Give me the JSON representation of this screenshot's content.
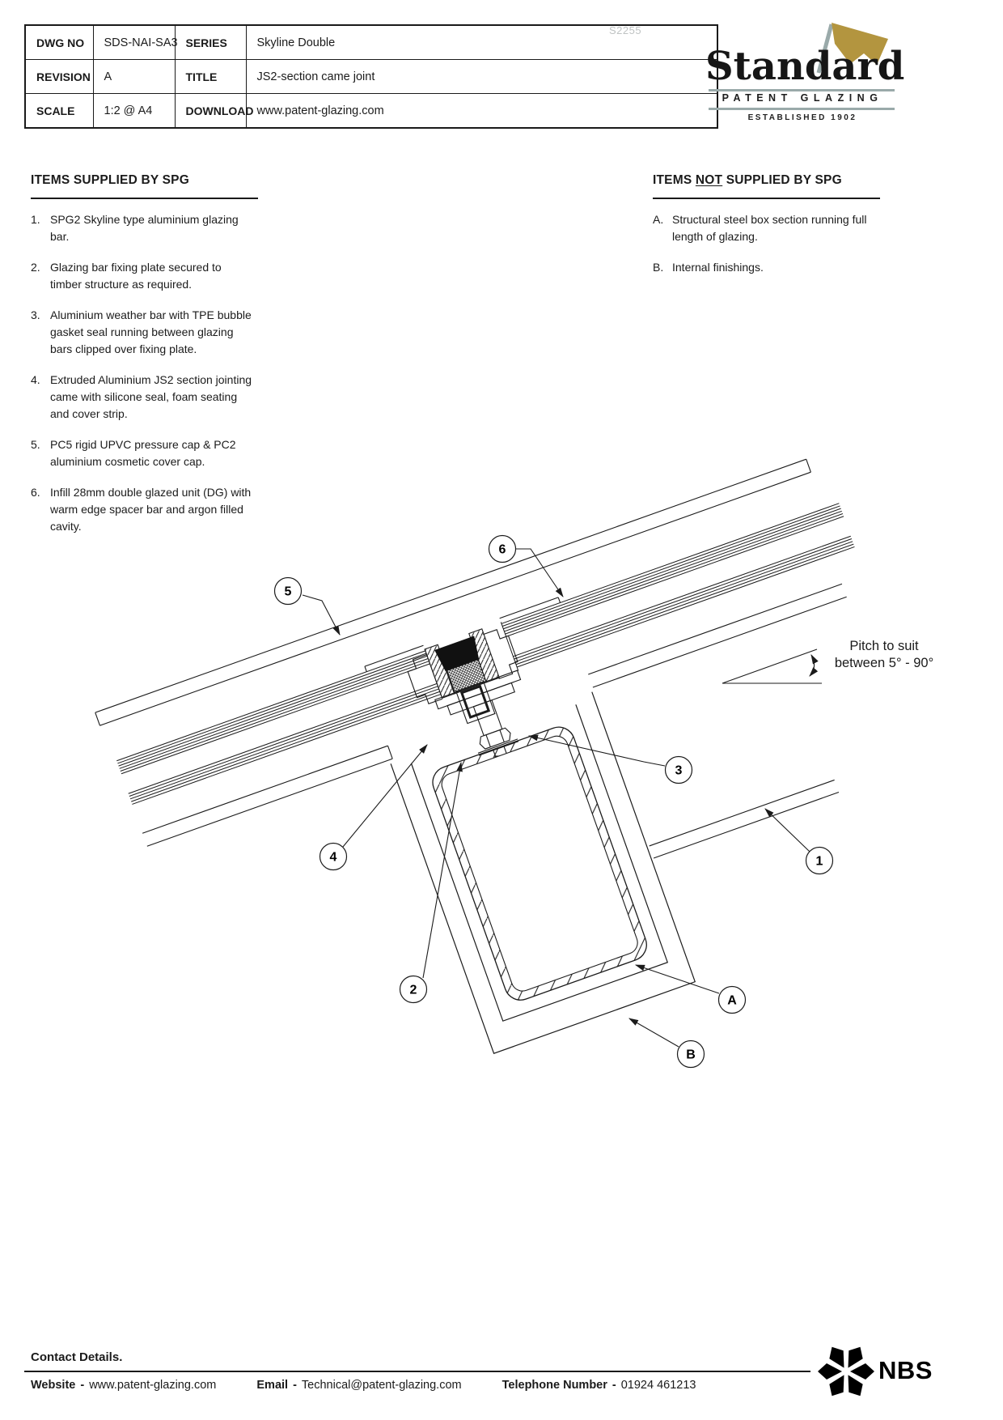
{
  "header": {
    "table": {
      "rows": [
        {
          "label1": "DWG NO",
          "value1": "SDS-NAI-SA3",
          "label2": "SERIES",
          "value2": "Skyline Double"
        },
        {
          "label1": "REVISION",
          "value1": "A",
          "label2": "TITLE",
          "value2": "JS2-section came joint"
        },
        {
          "label1": "SCALE",
          "value1": "1:2 @ A4",
          "label2": "DOWNLOAD",
          "value2": "www.patent-glazing.com"
        }
      ],
      "watermark": "S2255"
    },
    "logo": {
      "name": "Standard",
      "subtitle": "PATENT GLAZING",
      "established": "ESTABLISHED 1902",
      "gold": "#b3953f",
      "gray": "#9aaaaa"
    }
  },
  "supplied": {
    "heading": "ITEMS SUPPLIED BY SPG",
    "items": [
      {
        "num": "1.",
        "text": "SPG2 Skyline type aluminium glazing bar."
      },
      {
        "num": "2.",
        "text": "Glazing bar fixing plate secured to timber structure as required."
      },
      {
        "num": "3.",
        "text": "Aluminium weather bar with TPE bubble gasket seal running between glazing bars clipped over fixing plate."
      },
      {
        "num": "4.",
        "text": "Extruded Aluminium JS2 section jointing came with silicone seal, foam seating and cover strip."
      },
      {
        "num": "5.",
        "text": "PC5 rigid UPVC pressure cap & PC2 aluminium cosmetic cover cap."
      },
      {
        "num": "6.",
        "text": "Infill 28mm double glazed unit (DG) with warm edge spacer bar and argon filled cavity."
      }
    ]
  },
  "not_supplied": {
    "heading_prefix": "ITEMS ",
    "heading_not": "NOT",
    "heading_suffix": " SUPPLIED BY SPG",
    "items": [
      {
        "num": "A.",
        "text": "Structural steel box section running full length of glazing."
      },
      {
        "num": "B.",
        "text": "Internal finishings."
      }
    ]
  },
  "drawing": {
    "pitch_note_line1": "Pitch to suit",
    "pitch_note_line2": "between 5° - 90°",
    "callouts": [
      {
        "label": "1"
      },
      {
        "label": "2"
      },
      {
        "label": "3"
      },
      {
        "label": "4"
      },
      {
        "label": "5"
      },
      {
        "label": "6"
      },
      {
        "label": "A"
      },
      {
        "label": "B"
      }
    ]
  },
  "footer": {
    "contact_heading": "Contact Details.",
    "website_label": "Website",
    "website": "www.patent-glazing.com",
    "email_label": "Email",
    "email": "Technical@patent-glazing.com",
    "phone_label": "Telephone Number",
    "phone": "01924 461213",
    "separator": "-",
    "nbs": "NBS"
  }
}
